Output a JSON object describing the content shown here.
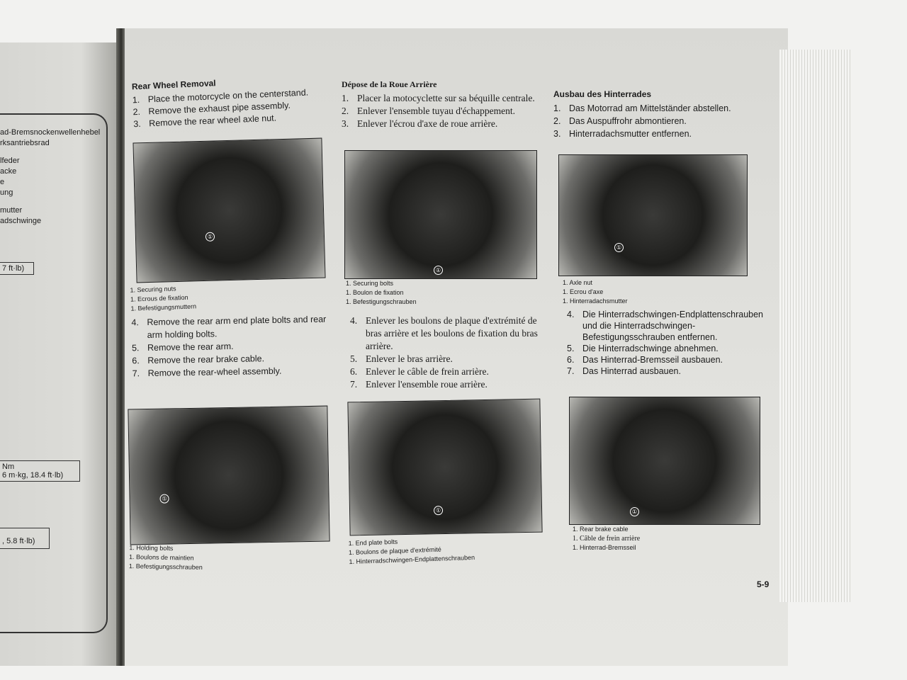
{
  "left_page": {
    "lines": [
      "ad-Bremsnockenwellenhebel",
      "rksantriebsrad",
      "lfeder",
      "acke",
      "e",
      "ung",
      "mutter",
      "adschwinge"
    ],
    "torque_boxes": [
      "7 ft·lb)",
      "Nm",
      "6 m·kg, 18.4 ft·lb)",
      ", 5.8 ft·lb)"
    ]
  },
  "columns": [
    {
      "title": "Rear Wheel Removal",
      "steps_a": [
        [
          "1.",
          "Place the motorcycle on the centerstand."
        ],
        [
          "2.",
          "Remove the exhaust pipe assembly."
        ],
        [
          "3.",
          "Remove the rear wheel axle nut."
        ]
      ],
      "caption_a": [
        "1. Securing nuts",
        "1. Ecrous de fixation",
        "1. Befestigungsmuttern"
      ],
      "steps_b": [
        [
          "4.",
          "Remove the rear arm end plate bolts and rear arm holding bolts."
        ],
        [
          "5.",
          "Remove the rear arm."
        ],
        [
          "6.",
          "Remove the rear brake cable."
        ],
        [
          "7.",
          "Remove the rear-wheel assembly."
        ]
      ],
      "caption_b": [
        "1. Holding bolts",
        "1. Boulons de maintien",
        "1. Befestigungsschrauben"
      ]
    },
    {
      "title": "Dépose de la Roue Arrière",
      "steps_a": [
        [
          "1.",
          "Placer la motocyclette sur sa béquille centrale."
        ],
        [
          "2.",
          "Enlever l'ensemble tuyau d'échappement."
        ],
        [
          "3.",
          "Enlever l'écrou d'axe de roue arrière."
        ]
      ],
      "caption_a": [
        "1. Securing bolts",
        "1. Boulon de fixation",
        "1. Befestigungschrauben"
      ],
      "steps_b": [
        [
          "4.",
          "Enlever les boulons de plaque d'extrémité de bras arrière et les boulons de fixation du bras arrière."
        ],
        [
          "5.",
          "Enlever le bras arrière."
        ],
        [
          "6.",
          "Enlever le câble de frein arrière."
        ],
        [
          "7.",
          "Enlever l'ensemble roue arrière."
        ]
      ],
      "caption_b": [
        "1. End plate bolts",
        "1. Boulons de plaque d'extrémité",
        "1. Hinterradschwingen-Endplattenschrauben"
      ]
    },
    {
      "title": "Ausbau des Hinterrades",
      "steps_a": [
        [
          "1.",
          "Das Motorrad am Mittelständer abstellen."
        ],
        [
          "2.",
          "Das Auspuffrohr abmontieren."
        ],
        [
          "3.",
          "Hinterradachsmutter entfernen."
        ]
      ],
      "caption_a": [
        "1. Axle nut",
        "1. Ecrou d'axe",
        "1. Hinterradachsmutter"
      ],
      "steps_b": [
        [
          "4.",
          "Die Hinterradschwingen-Endplattenschrauben und die Hinterradschwingen-Befestigungsschrauben entfernen."
        ],
        [
          "5.",
          "Die Hinterradschwinge abnehmen."
        ],
        [
          "6.",
          "Das Hinterrad-Bremsseil ausbauen."
        ],
        [
          "7.",
          "Das Hinterrad ausbauen."
        ]
      ],
      "caption_b": [
        "1. Rear brake cable",
        "1. Câble de frein arrière",
        "1. Hinterrad-Bremsseil"
      ]
    }
  ],
  "callout_label": "①",
  "page_number": "5-9"
}
